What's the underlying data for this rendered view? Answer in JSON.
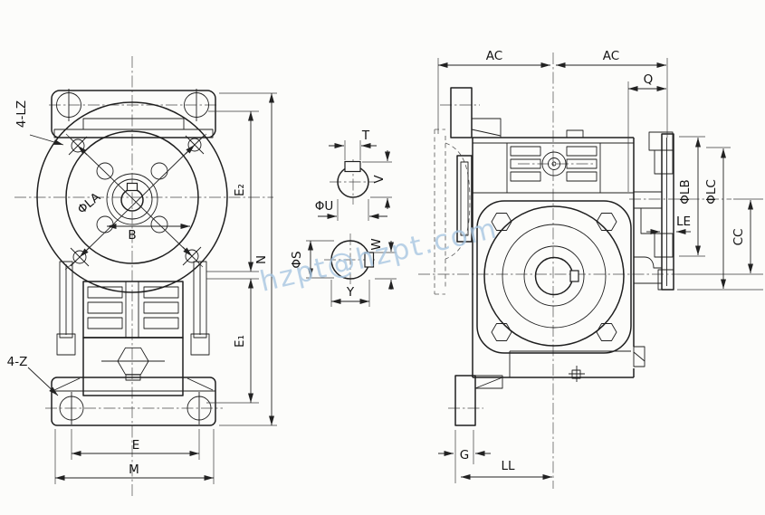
{
  "labels": {
    "front": {
      "lz": "4-LZ",
      "la": "ΦLA",
      "b": "B",
      "z": "4-Z",
      "e": "E",
      "m": "M",
      "e2": "E₂",
      "e1": "E₁",
      "n": "N"
    },
    "input_shaft": {
      "t": "T",
      "v": "V",
      "u": "ΦU"
    },
    "output_shaft": {
      "s": "ΦS",
      "w": "W",
      "y": "Y"
    },
    "side": {
      "ac_left": "AC",
      "ac_right": "AC",
      "q": "Q",
      "lb": "ΦLB",
      "lc": "ΦLC",
      "le": "LE",
      "cc": "CC",
      "g": "G",
      "ll": "LL"
    }
  },
  "watermark": {
    "text": "hzpt@hzpt.com",
    "color": "#a9c7e2"
  },
  "colors": {
    "line": "#1f1f1f",
    "dimension": "#222222",
    "background": "#fcfcfa"
  }
}
